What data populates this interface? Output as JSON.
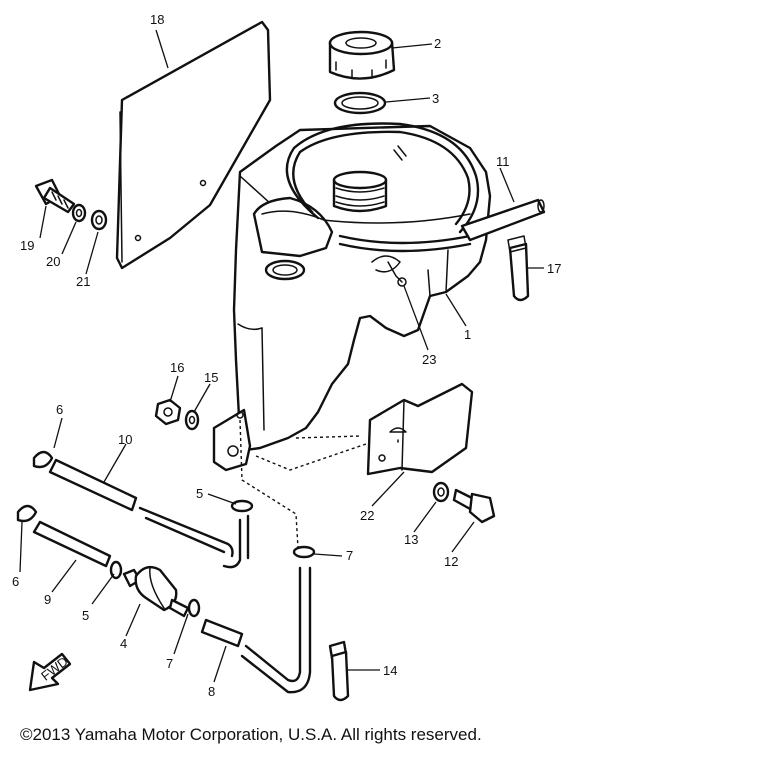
{
  "callouts": {
    "c1": "1",
    "c2": "2",
    "c3": "3",
    "c4": "4",
    "c5a": "5",
    "c5b": "5",
    "c6a": "6",
    "c6b": "6",
    "c7a": "7",
    "c7b": "7",
    "c8": "8",
    "c9": "9",
    "c10": "10",
    "c11": "11",
    "c12": "12",
    "c13": "13",
    "c14": "14",
    "c15": "15",
    "c16": "16",
    "c17": "17",
    "c18": "18",
    "c19": "19",
    "c20": "20",
    "c21": "21",
    "c22": "22",
    "c23": "23"
  },
  "arrow_label": "FWD",
  "copyright": "©2013 Yamaha Motor Corporation, U.S.A. All rights reserved.",
  "colors": {
    "ink": "#111111",
    "background": "#ffffff"
  }
}
